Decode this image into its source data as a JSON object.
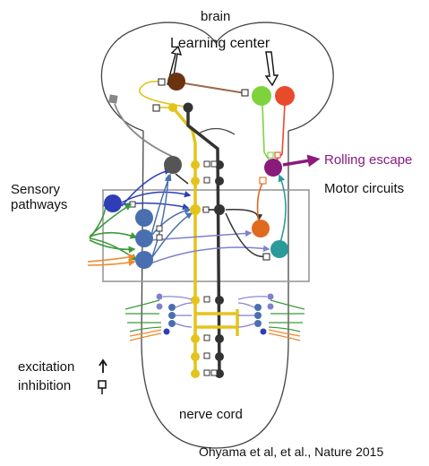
{
  "labels": {
    "brain": "brain",
    "learning_center": "Learning center",
    "rolling_escape": "Rolling escape",
    "motor_circuits": "Motor circuits",
    "sensory_pathways": "Sensory\npathways",
    "excitation": "excitation",
    "inhibition": "inhibition",
    "nerve_cord": "nerve cord",
    "citation": "Ohyama et al, et al., Nature 2015"
  },
  "colors": {
    "outline": "#444444",
    "gray_box": "#999999",
    "neuron_yellow": "#e3c41c",
    "neuron_black": "#333333",
    "neuron_brown": "#6b3410",
    "brown_link": "#9a6a47",
    "neuron_green": "#7ed33c",
    "neuron_red": "#e84a2c",
    "neuron_purple": "#8a1a7c",
    "rolling_escape_text": "#8b1a7e",
    "neuron_orange": "#e06a1e",
    "neuron_teal": "#2b9a9a",
    "neuron_navy": "#2f3eb8",
    "neuron_steel": "#4a6fb0",
    "neuron_lavender": "#7f80cf",
    "neuron_gray": "#555555",
    "arrow_green": "#3c9a3c",
    "arrow_orange": "#f08a2a"
  },
  "icons": {
    "excitation": "arrow-up-icon",
    "inhibition": "square-terminal-icon"
  }
}
